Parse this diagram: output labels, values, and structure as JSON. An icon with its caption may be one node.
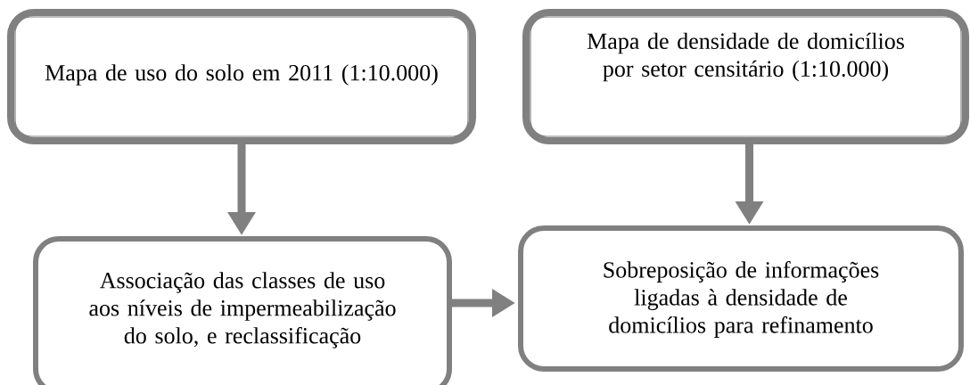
{
  "diagram": {
    "nodes": [
      {
        "text": [
          "Mapa de uso do solo em 2011 (1:10.000)"
        ]
      },
      {
        "text": [
          "Mapa de densidade de domicílios por setor censitário (1:10.000)"
        ]
      },
      {
        "text": [
          "Associação das classes de uso aos níveis de impermeabilização do solo, e reclassificação"
        ]
      },
      {
        "text": [
          "Sobreposição de informações ligadas à densidade de domicílios para refinamento"
        ]
      }
    ],
    "edges": [
      {
        "from": 0,
        "to": 2,
        "arrow": "to"
      },
      {
        "from": 1,
        "to": 3,
        "arrow": "to"
      },
      {
        "from": 2,
        "to": 3,
        "arrow": "to"
      }
    ]
  }
}
